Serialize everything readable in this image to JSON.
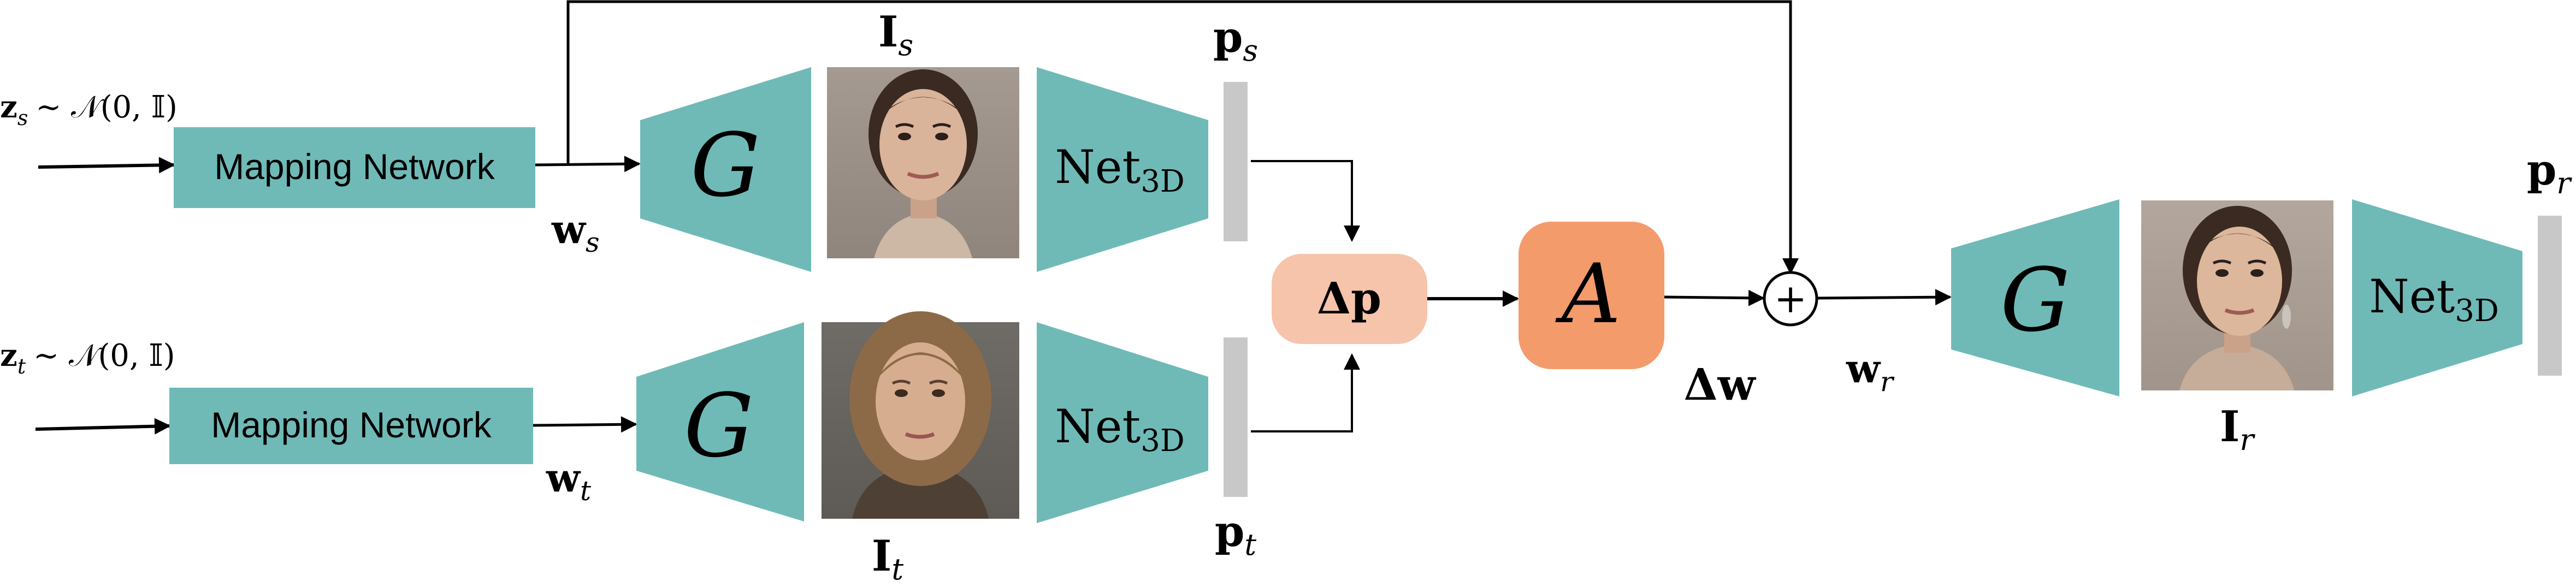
{
  "colors": {
    "teal": "#6fbab7",
    "bar_gray": "#c8c8c8",
    "delta_p_fill": "#f5c4ab",
    "a_fill": "#f39b6b",
    "line": "#000000",
    "skin_light": "#d9b49a",
    "hair_dark": "#3a2a22",
    "hair_blonde": "#8c6a48"
  },
  "source_branch": {
    "noise_prefix": "z",
    "noise_sub": "s",
    "noise_dist": "∼ 𝒩(0, 𝕀)",
    "mapping_label": "Mapping Network",
    "latent_main": "w",
    "latent_sub": "s",
    "generator": "G",
    "image_main": "I",
    "image_sub": "s",
    "net_main": "Net",
    "net_sub": "3D",
    "pose_main": "p",
    "pose_sub": "s"
  },
  "target_branch": {
    "noise_prefix": "z",
    "noise_sub": "t",
    "noise_dist": "∼ 𝒩(0, 𝕀)",
    "mapping_label": "Mapping Network",
    "latent_main": "w",
    "latent_sub": "t",
    "generator": "G",
    "image_main": "I",
    "image_sub": "t",
    "net_main": "Net",
    "net_sub": "3D",
    "pose_main": "p",
    "pose_sub": "t"
  },
  "middle": {
    "delta_p": "Δp",
    "a_label": "A",
    "delta_w": "Δw",
    "plus": "+"
  },
  "result_branch": {
    "latent_main": "w",
    "latent_sub": "r",
    "generator": "G",
    "image_main": "I",
    "image_sub": "r",
    "net_main": "Net",
    "net_sub": "3D",
    "pose_main": "p",
    "pose_sub": "r"
  }
}
